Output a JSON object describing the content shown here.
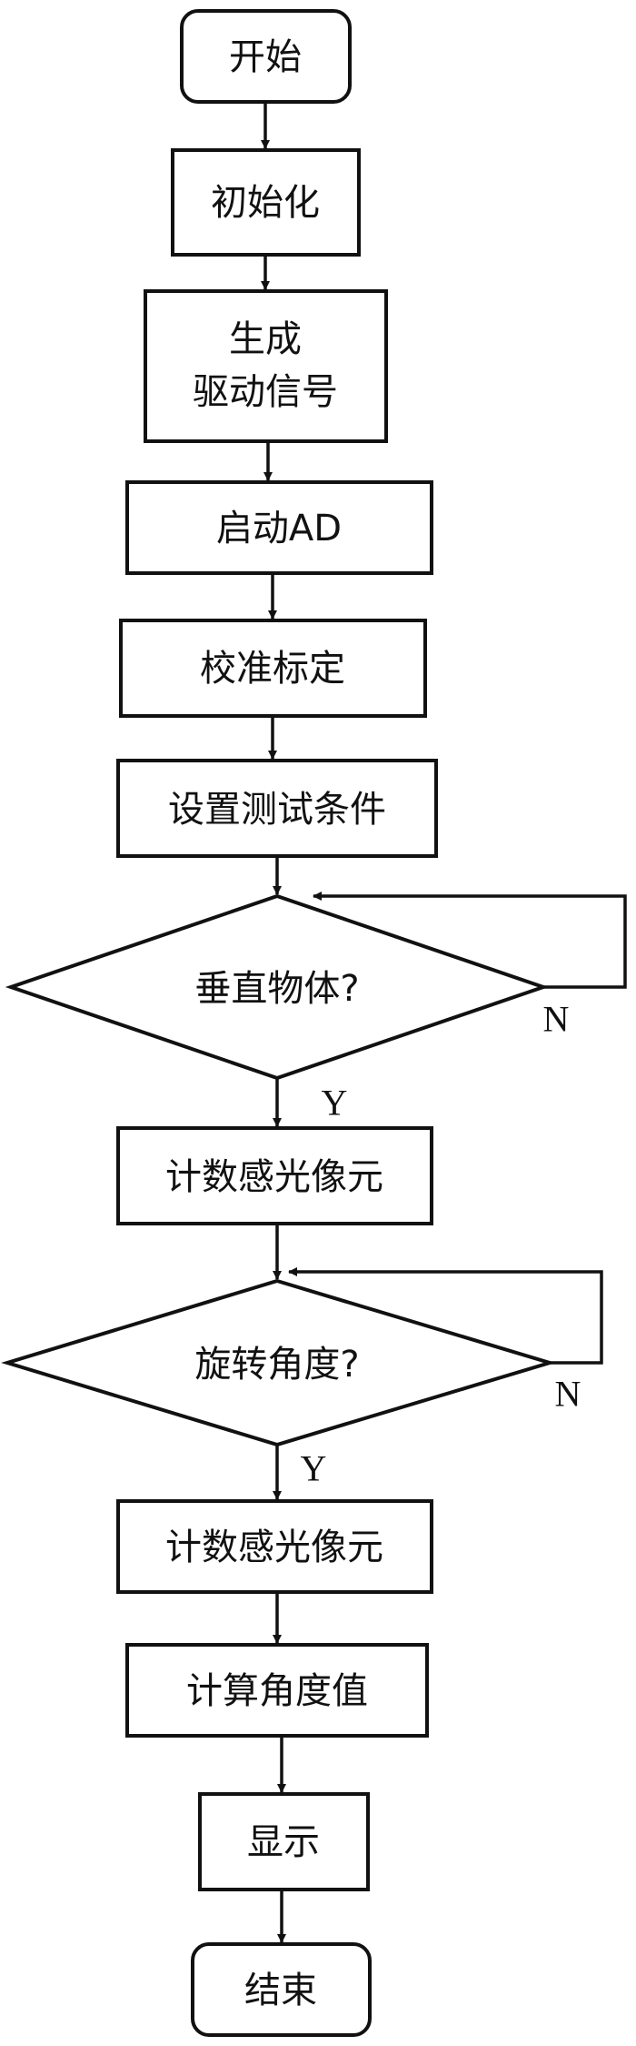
{
  "flowchart": {
    "start": "开始",
    "init": "初始化",
    "gen_line1": "生成",
    "gen_line2": "驱动信号",
    "start_ad": "启动AD",
    "calibrate": "校准标定",
    "set_conditions": "设置测试条件",
    "decision_vertical": "垂直物体?",
    "count_pixels_1": "计数感光像元",
    "decision_rotate": "旋转角度?",
    "count_pixels_2": "计数感光像元",
    "compute_angle": "计算角度值",
    "display": "显示",
    "end": "结束",
    "yes": "Y",
    "no": "N"
  }
}
